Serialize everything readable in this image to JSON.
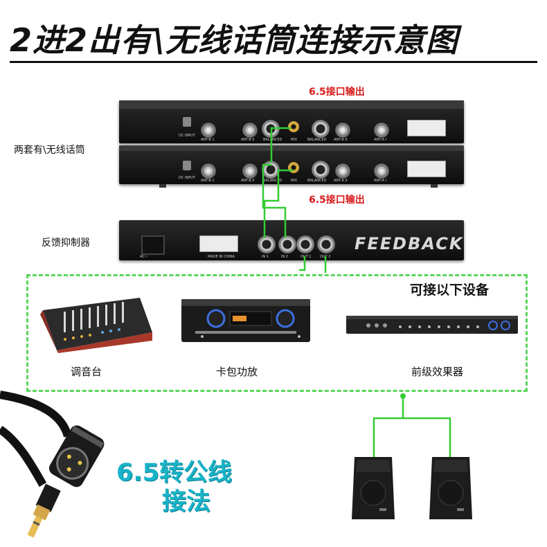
{
  "title": "2进2出有\\无线话筒连接示意图",
  "labels": {
    "output_top": "6.5接口输出",
    "output_bottom": "6.5接口输出",
    "mic_sets": "两套有\\无线话筒",
    "suppressor": "反馈抑制器",
    "connectable": "可接以下设备",
    "mixer": "调音台",
    "amplifier": "卡包功放",
    "effector": "前级效果器"
  },
  "receiver_panel_text": {
    "dc_input": "DC INPUT",
    "ant_b1": "ANT-B 1",
    "ant_b2": "ANT-B II",
    "balanced": "BALANCED",
    "mix": "MIX",
    "ant_a2": "ANT-A II",
    "ant_a1": "ANT-A I"
  },
  "suppressor_panel_text": {
    "brand": "FEEDBACK",
    "in1": "IN 1",
    "in2": "IN 2",
    "out1": "OUT 1",
    "out2": "OUT 2",
    "made_in": "MADE IN CHINA",
    "ac": "AC~"
  },
  "promo": {
    "line1": "6.5转公线",
    "line2": "接法"
  },
  "colors": {
    "accent_red": "#d81a1a",
    "line_green": "#33cc33",
    "promo_cyan": "#19b3c8"
  }
}
